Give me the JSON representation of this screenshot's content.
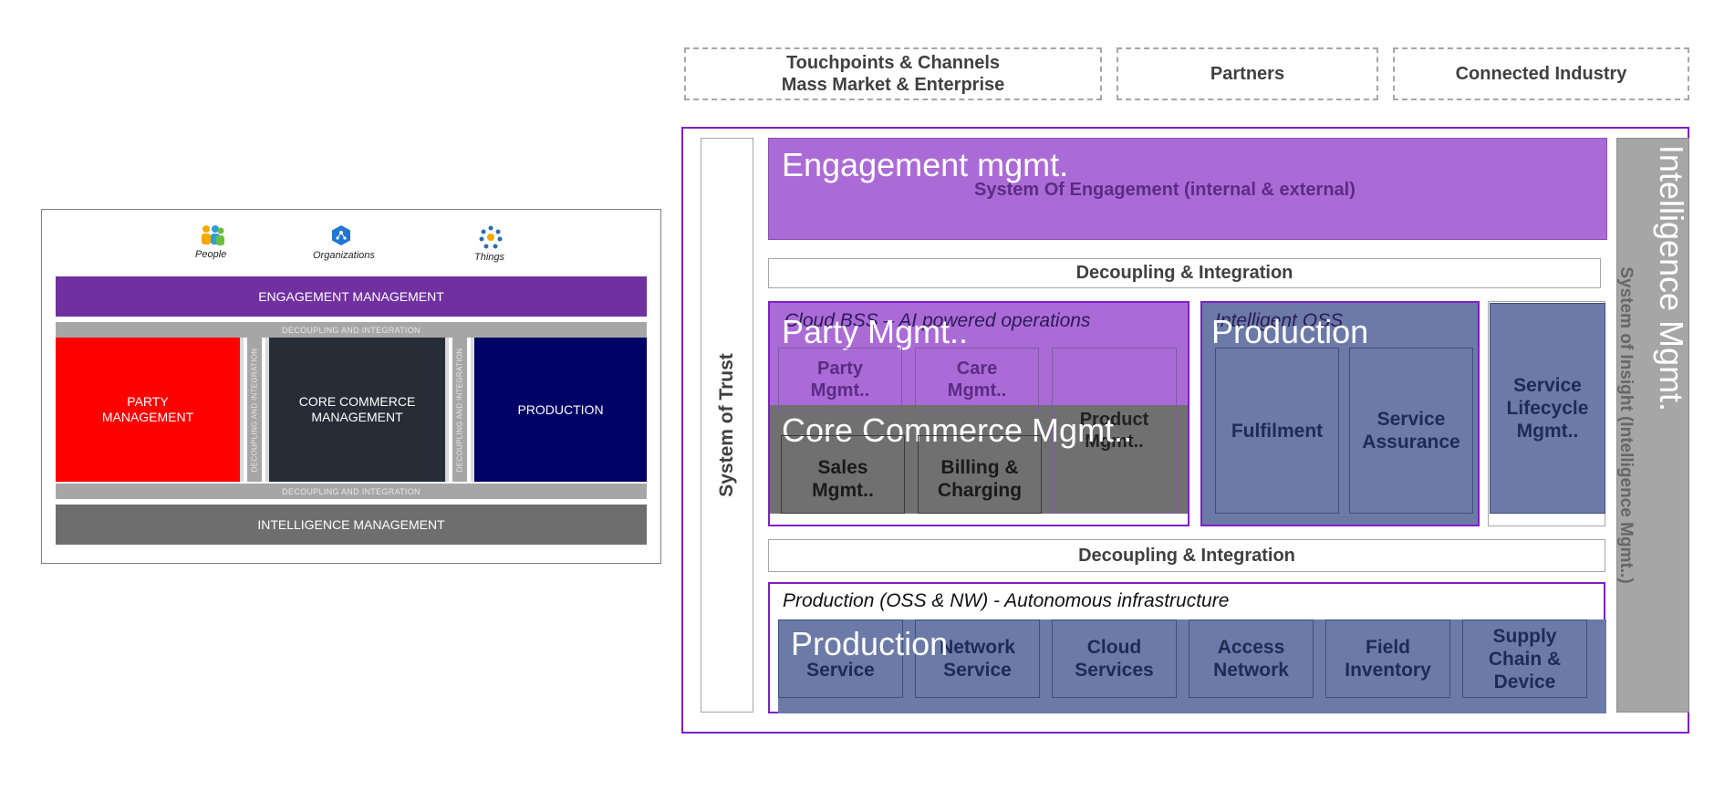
{
  "left_diagram": {
    "icons": [
      {
        "label": "People",
        "icon": "people-icon",
        "color": "#f2a900"
      },
      {
        "label": "Organizations",
        "icon": "organization-icon",
        "color": "#1f77d2"
      },
      {
        "label": "Things",
        "icon": "things-icon",
        "color": "#2b6cb0"
      }
    ],
    "engagement": "ENGAGEMENT MANAGEMENT",
    "decoupling_top": "DECOUPLING AND INTEGRATION",
    "decoupling_bottom": "DECOUPLING AND INTEGRATION",
    "decoupling_vertical": "DECOUPLING AND INTEGRATION",
    "party": "PARTY MANAGEMENT",
    "core_commerce": "CORE COMMERCE MANAGEMENT",
    "production": "PRODUCTION",
    "intelligence": "INTELLIGENCE MANAGEMENT",
    "colors": {
      "engagement": "#7030a0",
      "party": "#ff0000",
      "core": "#262d36",
      "production": "#000066",
      "intelligence": "#6e6e6e"
    }
  },
  "right_diagram": {
    "top_boxes": [
      {
        "line1": "Touchpoints & Channels",
        "line2": "Mass Market & Enterprise"
      },
      {
        "line1": "Partners"
      },
      {
        "line1": "Connected Industry"
      }
    ],
    "system_of_trust": "System of Trust",
    "engagement_overlay": "Engagement mgmt.",
    "engagement_subtitle": "System Of Engagement (internal & external)",
    "decoupling_1": "Decoupling & Integration",
    "decoupling_2": "Decoupling & Integration",
    "cloud_bss_label": "Cloud BSS – AI powered operations",
    "party_overlay": "Party Mgmt..",
    "bss_tiles": [
      "Party Mgmt..",
      "Care Mgmt..",
      "Product Mgmt..",
      "Sales Mgmt..",
      "Billing & Charging"
    ],
    "core_commerce_overlay": "Core Commerce Mgmt..",
    "intelligent_oss_label": "Intelligent OSS",
    "production_overlay_1": "Production",
    "oss_tiles": [
      "Fulfilment",
      "Service Assurance"
    ],
    "service_lifecycle": "Service Lifecycle Mgmt..",
    "intelligence_overlay": "Intelligence Mgmt.",
    "system_of_insight": "System of Insight (Intelligence Mgmt..)",
    "production_label": "Production (OSS & NW) - Autonomous infrastructure",
    "production_overlay_2": "Production",
    "production_tiles": [
      "Service",
      "Network Service",
      "Cloud Services",
      "Access Network",
      "Field Inventory",
      "Supply Chain & Device"
    ],
    "colors": {
      "frame": "#7f1fc8",
      "purple": "#ab6bd6",
      "blue": "#6b7aa6",
      "grey": "#707070"
    }
  }
}
